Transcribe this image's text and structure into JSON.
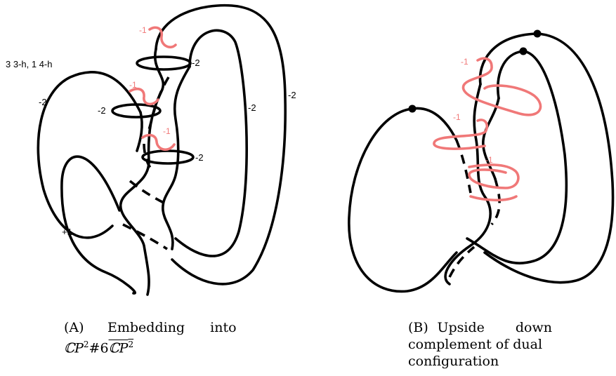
{
  "panel_a": {
    "top_note": "3 3-h, 1 4-h",
    "framings": {
      "left_outer": "-2",
      "inner_mid": "-2",
      "outer_right": "-2",
      "inner_loop": "+1",
      "meridian_top": "-2",
      "meridian_mid": "-2",
      "meridian_low": "-2"
    },
    "red_framings": [
      "-1",
      "-1",
      "-1"
    ],
    "caption": {
      "tag": "(A)",
      "line1": "Embedding into",
      "line2_prefix": "ℂP",
      "line2_exp1": "2",
      "line2_mid": "#6",
      "line2_over": "ℂP",
      "line2_exp2": "2"
    }
  },
  "panel_b": {
    "red_framings": [
      "-1",
      "-1",
      "-1"
    ],
    "caption": {
      "tag": "(B)",
      "line1": "Upside down",
      "line2": "complement of dual",
      "line3": "configuration"
    }
  },
  "colors": {
    "knot": "#000000",
    "attaching_circle": "#f07878"
  }
}
